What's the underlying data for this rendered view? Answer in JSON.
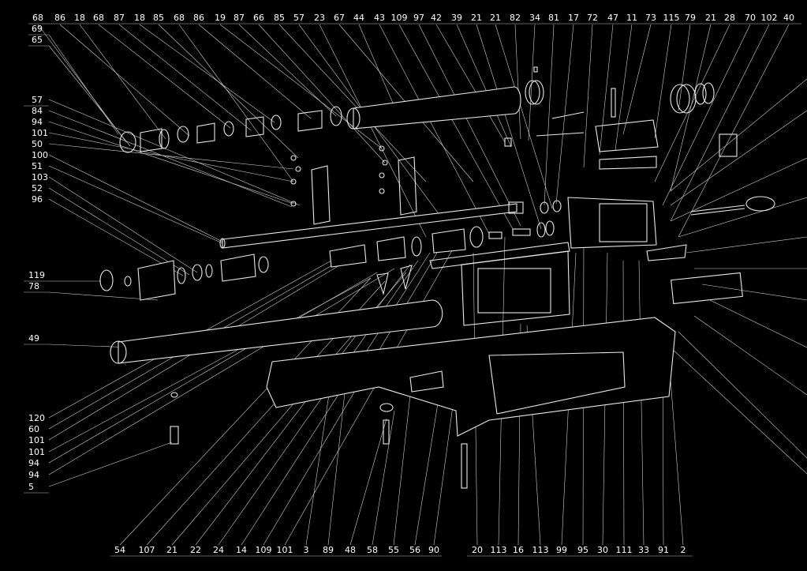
{
  "callouts": {
    "top": [
      "68",
      "86",
      "18",
      "68",
      "87",
      "18",
      "85",
      "68",
      "86",
      "19",
      "87",
      "66",
      "85",
      "57",
      "23",
      "67",
      "44",
      "43",
      "109",
      "97",
      "42",
      "39",
      "21",
      "21",
      "82",
      "34",
      "81",
      "17",
      "72",
      "47",
      "11",
      "73",
      "115",
      "79",
      "21",
      "28",
      "70",
      "102",
      "40"
    ],
    "left_upper": [
      "69",
      "65"
    ],
    "left_group1": [
      "57",
      "84",
      "94",
      "101",
      "50",
      "100",
      "51",
      "103",
      "52",
      "96"
    ],
    "left_group2": [
      "119",
      "78"
    ],
    "left_single": [
      "49"
    ],
    "left_group3": [
      "120",
      "60",
      "101",
      "101",
      "94",
      "94",
      "5"
    ],
    "bottom_left": [
      "54",
      "107",
      "21",
      "22",
      "24",
      "14",
      "109",
      "101",
      "3",
      "89",
      "48",
      "58",
      "55",
      "56",
      "90"
    ],
    "bottom_right": [
      "20",
      "113",
      "16",
      "113",
      "99",
      "95",
      "30",
      "111",
      "33",
      "91",
      "2"
    ]
  }
}
